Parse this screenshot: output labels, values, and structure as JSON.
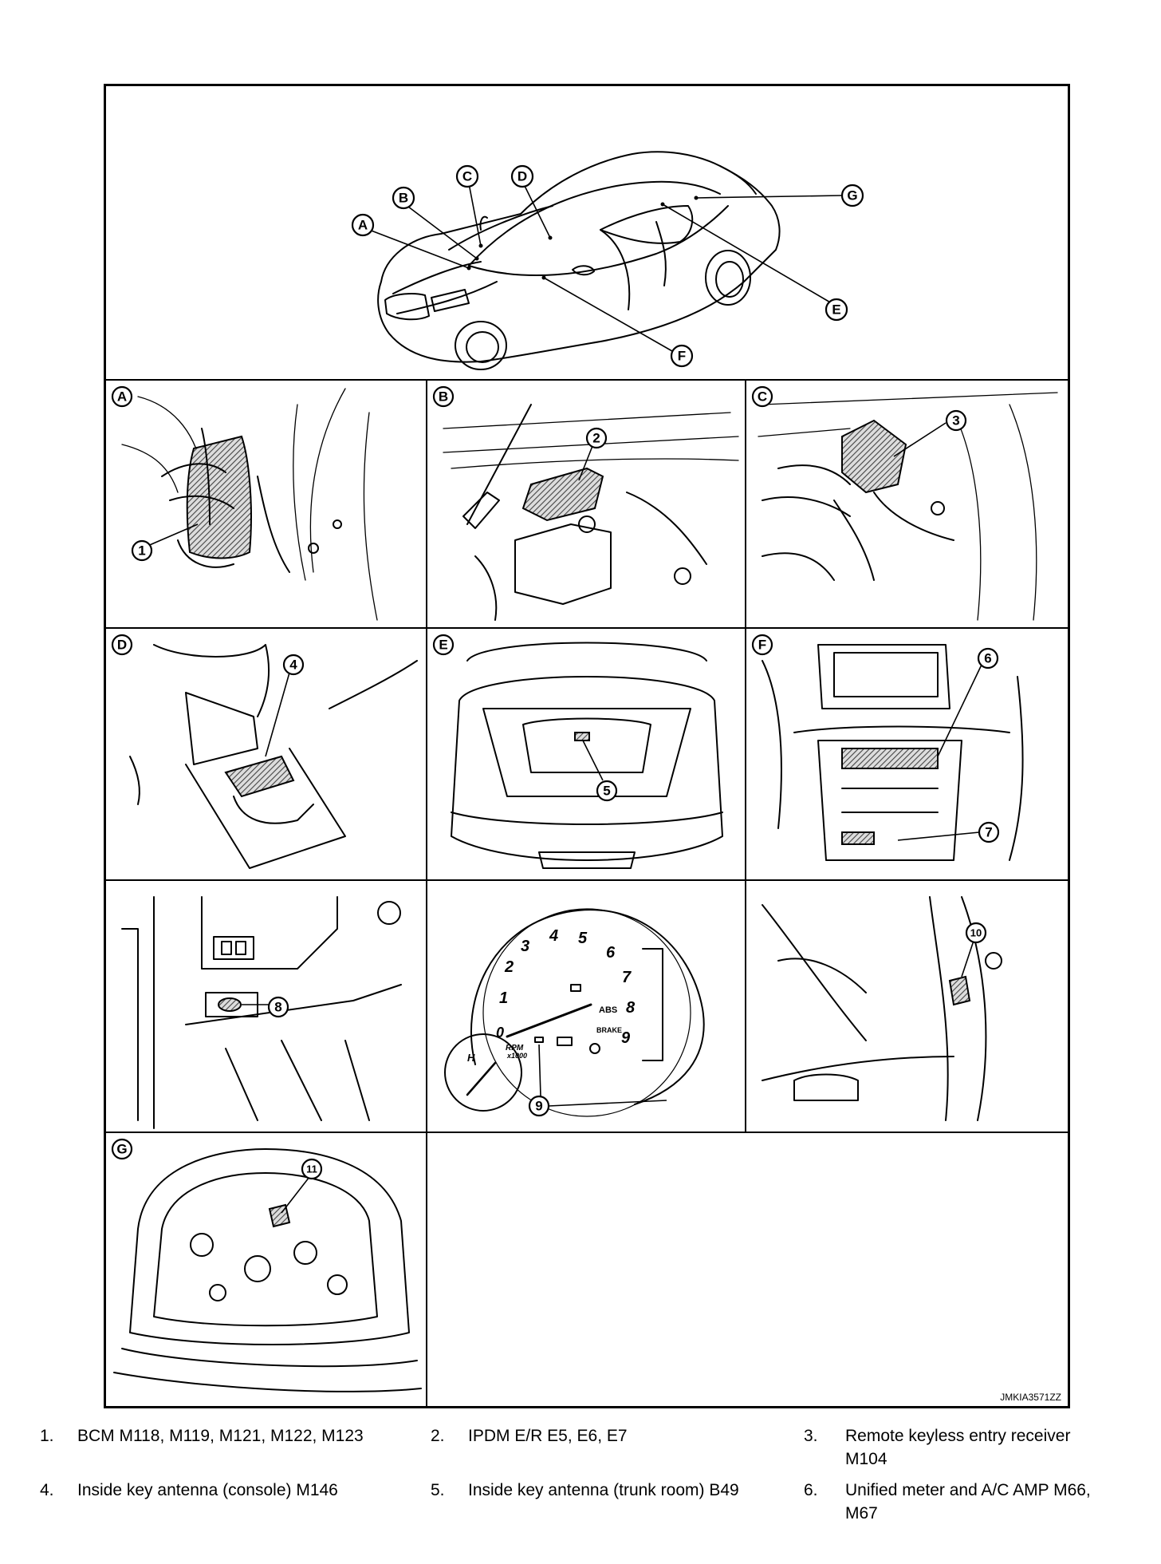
{
  "image_code": "JMKIA3571ZZ",
  "callouts": {
    "A": "A",
    "B": "B",
    "C": "C",
    "D": "D",
    "E": "E",
    "F": "F",
    "G": "G",
    "n1": "1",
    "n2": "2",
    "n3": "3",
    "n4": "4",
    "n5": "5",
    "n6": "6",
    "n7": "7",
    "n8": "8",
    "n9": "9",
    "n10": "10",
    "n11": "11"
  },
  "gauge": {
    "ticks": [
      "1",
      "2",
      "3",
      "4",
      "5",
      "6",
      "7",
      "8",
      "9"
    ],
    "zero": "0",
    "rpm": "RPM",
    "x1000": "x1000",
    "abs": "ABS",
    "brake": "BRAKE",
    "temp_h": "H"
  },
  "legend": [
    {
      "num": "1.",
      "text": "BCM M118, M119, M121, M122, M123"
    },
    {
      "num": "2.",
      "text": "IPDM E/R E5, E6, E7"
    },
    {
      "num": "3.",
      "text": "Remote keyless entry receiver M104"
    },
    {
      "num": "4.",
      "text": "Inside key antenna (console) M146"
    },
    {
      "num": "5.",
      "text": "Inside key antenna (trunk room) B49"
    },
    {
      "num": "6.",
      "text": "Unified meter and A/C AMP M66, M67"
    }
  ]
}
